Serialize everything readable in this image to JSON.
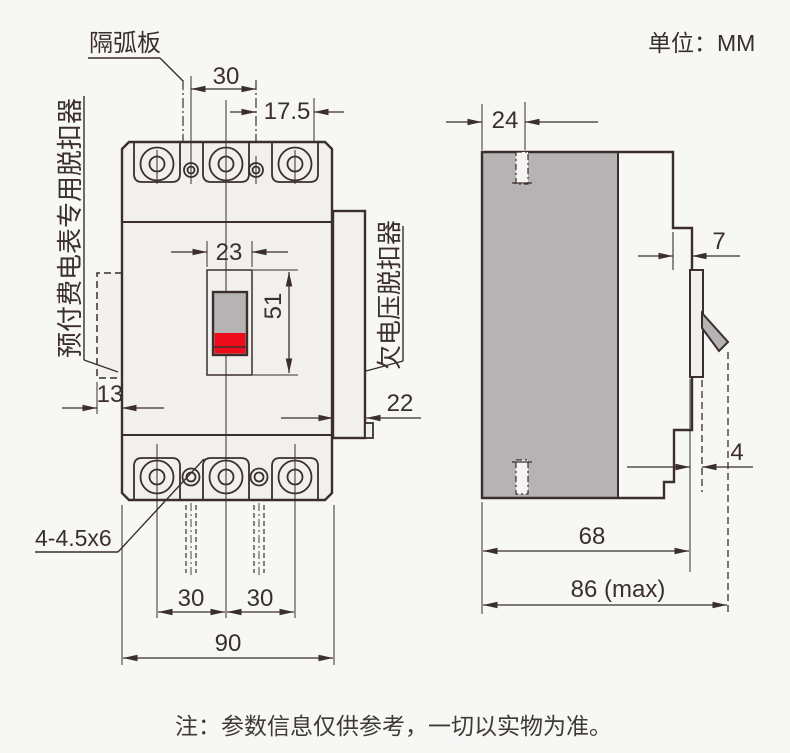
{
  "header": {
    "unit_label": "单位：MM"
  },
  "footer": {
    "note": "注：参数信息仅供参考，一切以实物为准。"
  },
  "front_view": {
    "callouts": {
      "arc_plate": "隔弧板",
      "prepaid_meter_release": "预付费电表专用脱扣器",
      "undervoltage_release": "欠电压脱扣器",
      "mount_slot_spec": "4-4.5x6"
    },
    "dims": {
      "screw_pitch_top": "30",
      "pole_offset_top": "17.5",
      "handle_window_width": "23",
      "handle_window_height": "51",
      "side_recess_depth": "13",
      "right_tab_width": "22",
      "pole_pitch_left": "30",
      "pole_pitch_right": "30",
      "overall_width": "90"
    }
  },
  "side_view": {
    "dims": {
      "mount_hole_offset": "24",
      "front_step_width": "7",
      "handle_clearance": "4",
      "body_depth": "68",
      "max_depth": "86 (max)"
    }
  },
  "colors": {
    "line": "#3a2f2b",
    "body_fill": "#f1f0ee",
    "dark_fill": "#b5b3b3",
    "handle_red": "#ee0c1c",
    "background": "#f7f7f6"
  }
}
